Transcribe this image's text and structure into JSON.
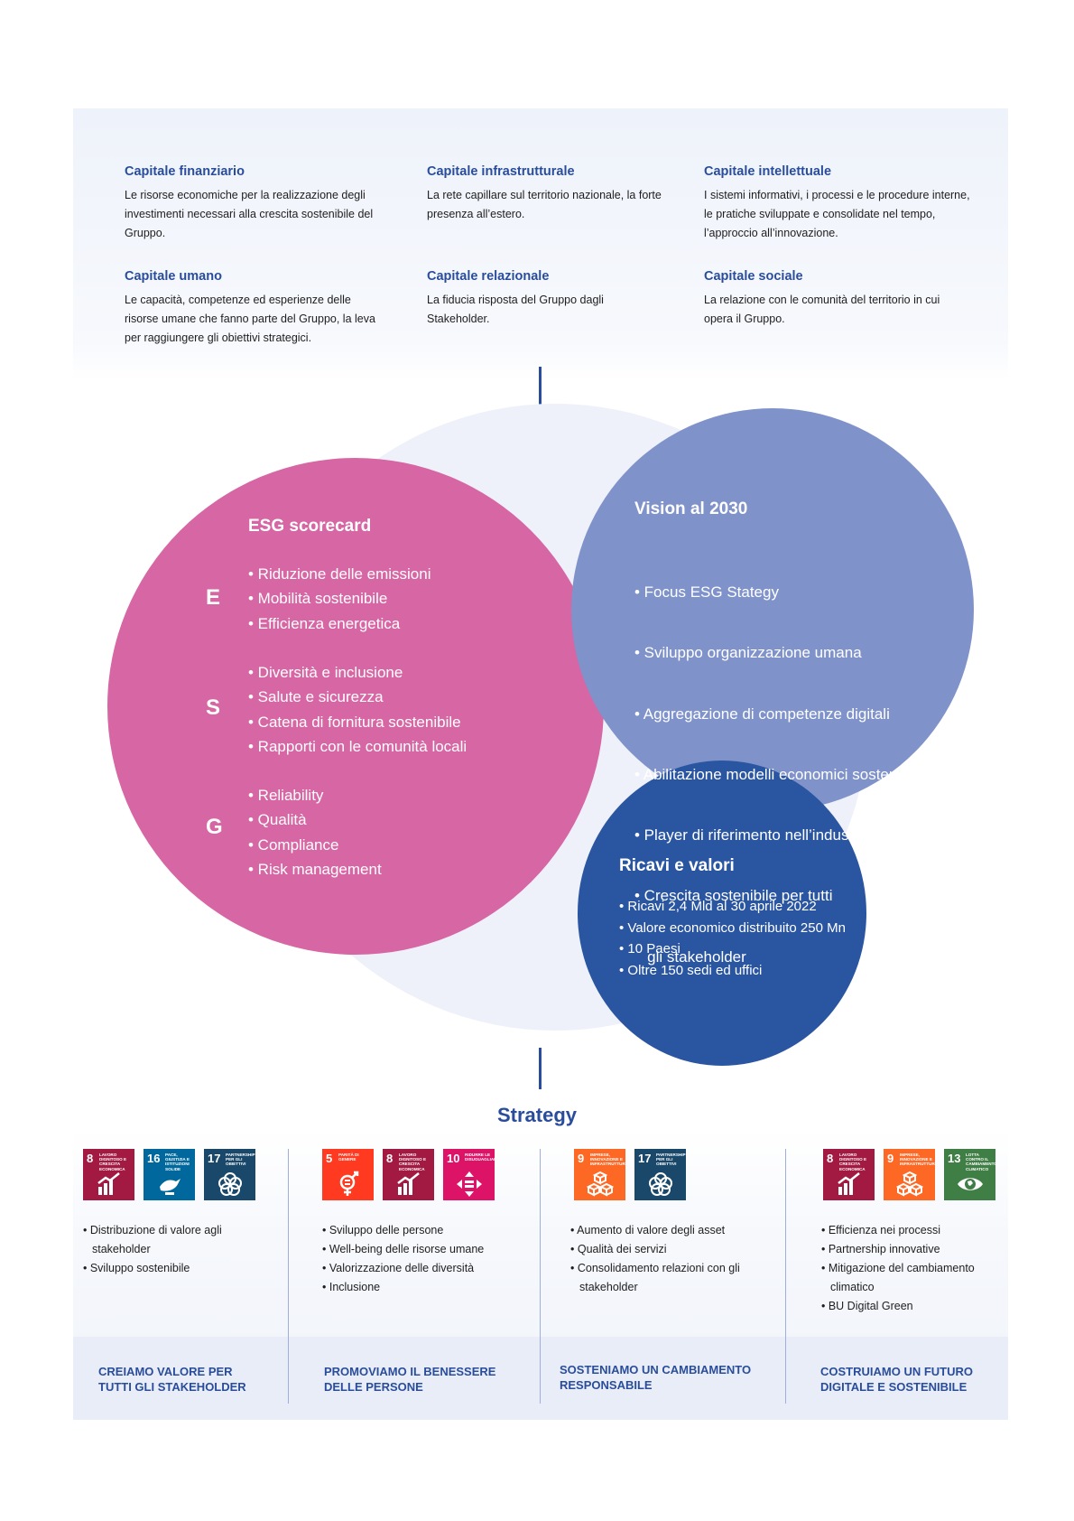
{
  "capitals": [
    {
      "title": "Capitale finanziario",
      "text": "Le risorse economiche per la realizzazione degli investimenti necessari alla crescita sostenibile del Gruppo."
    },
    {
      "title": "Capitale infrastrutturale",
      "text": "La rete capillare sul territorio nazionale, la forte presenza all’estero."
    },
    {
      "title": "Capitale intellettuale",
      "text": "I sistemi informativi, i processi e le procedure interne, le pratiche sviluppate e consolidate nel tempo, l’approccio all’innovazione."
    },
    {
      "title": "Capitale umano",
      "text": "Le capacità, competenze ed esperienze delle risorse umane che fanno parte del Gruppo, la leva per raggiungere gli obiettivi strategici."
    },
    {
      "title": "Capitale relazionale",
      "text": "La fiducia risposta del Gruppo dagli Stakeholder."
    },
    {
      "title": "Capitale sociale",
      "text": "La relazione con le comunità del territorio in cui opera il Gruppo."
    }
  ],
  "esg": {
    "title": "ESG scorecard",
    "letters": [
      "E",
      "S",
      "G"
    ],
    "e_items": [
      "• Riduzione delle emissioni",
      "• Mobilità sostenibile",
      "• Efficienza energetica"
    ],
    "s_items": [
      "• Diversità e inclusione",
      "• Salute e sicurezza",
      "• Catena di fornitura sostenibile",
      "• Rapporti con le comunità locali"
    ],
    "g_items": [
      "• Reliability",
      "• Qualità",
      "• Compliance",
      "• Risk management"
    ]
  },
  "vision": {
    "title": "Vision al 2030",
    "items": [
      "• Focus ESG Stategy",
      "• Sviluppo organizzazione umana",
      "• Aggregazione di competenze digitali",
      "• Abilitazione modelli economici sostenibili",
      "• Player di riferimento nell’industria digitale",
      "• Crescita sostenibile per tutti",
      "   gli stakeholder"
    ]
  },
  "ricavi": {
    "title": "Ricavi e valori",
    "items": [
      "• Ricavi 2,4 Mld al 30 aprile 2022",
      "• Valore economico distribuito 250 Mn",
      "• 10 Paesi",
      "• Oltre 150 sedi ed uffici"
    ]
  },
  "strategy": {
    "title": "Strategy",
    "columns": [
      {
        "sdgs": [
          {
            "num": "8",
            "label": "Lavoro dignitoso e crescita economica",
            "color": "#a21942",
            "icon": "growth-chart-icon"
          },
          {
            "num": "16",
            "label": "Pace, giustizia e istituzioni solide",
            "color": "#00689d",
            "icon": "dove-icon"
          },
          {
            "num": "17",
            "label": "Partnership per gli obiettivi",
            "color": "#19486a",
            "icon": "rings-icon"
          }
        ],
        "items": [
          "• Distribuzione di valore agli stakeholder",
          "• Sviluppo sostenibile"
        ],
        "label_line1": "CREIAMO VALORE PER",
        "label_line2": "TUTTI GLI STAKEHOLDER"
      },
      {
        "sdgs": [
          {
            "num": "5",
            "label": "Parità di genere",
            "color": "#ff3a21",
            "icon": "gender-icon"
          },
          {
            "num": "8",
            "label": "Lavoro dignitoso e crescita economica",
            "color": "#a21942",
            "icon": "growth-chart-icon"
          },
          {
            "num": "10",
            "label": "Ridurre le disuguaglianze",
            "color": "#dd1367",
            "icon": "equality-icon"
          }
        ],
        "items": [
          "• Sviluppo delle persone",
          "• Well-being delle risorse umane",
          "• Valorizzazione delle diversità",
          "• Inclusione"
        ],
        "label_line1": "PROMOVIAMO IL BENESSERE",
        "label_line2": "DELLE PERSONE"
      },
      {
        "sdgs": [
          {
            "num": "9",
            "label": "Imprese, innovazione e infrastrutture",
            "color": "#fd6925",
            "icon": "cubes-icon"
          },
          {
            "num": "17",
            "label": "Partnership per gli obiettivi",
            "color": "#19486a",
            "icon": "rings-icon"
          }
        ],
        "items": [
          "• Aumento di valore degli asset",
          "• Qualità dei servizi",
          "• Consolidamento relazioni con gli stakeholder"
        ],
        "label_line1": "SOSTENIAMO UN CAMBIAMENTO",
        "label_line2": "RESPONSABILE"
      },
      {
        "sdgs": [
          {
            "num": "8",
            "label": "Lavoro dignitoso e crescita economica",
            "color": "#a21942",
            "icon": "growth-chart-icon"
          },
          {
            "num": "9",
            "label": "Imprese, innovazione e infrastrutture",
            "color": "#fd6925",
            "icon": "cubes-icon"
          },
          {
            "num": "13",
            "label": "Lotta contro il cambiamento climatico",
            "color": "#3f7e44",
            "icon": "eye-earth-icon"
          }
        ],
        "items": [
          "• Efficienza nei processi",
          "• Partnership innovative",
          "• Mitigazione del cambiamento climatico",
          "• BU Digital Green"
        ],
        "label_line1": "COSTRUIAMO UN FUTURO",
        "label_line2": "DIGITALE E SOSTENIBILE"
      }
    ]
  }
}
